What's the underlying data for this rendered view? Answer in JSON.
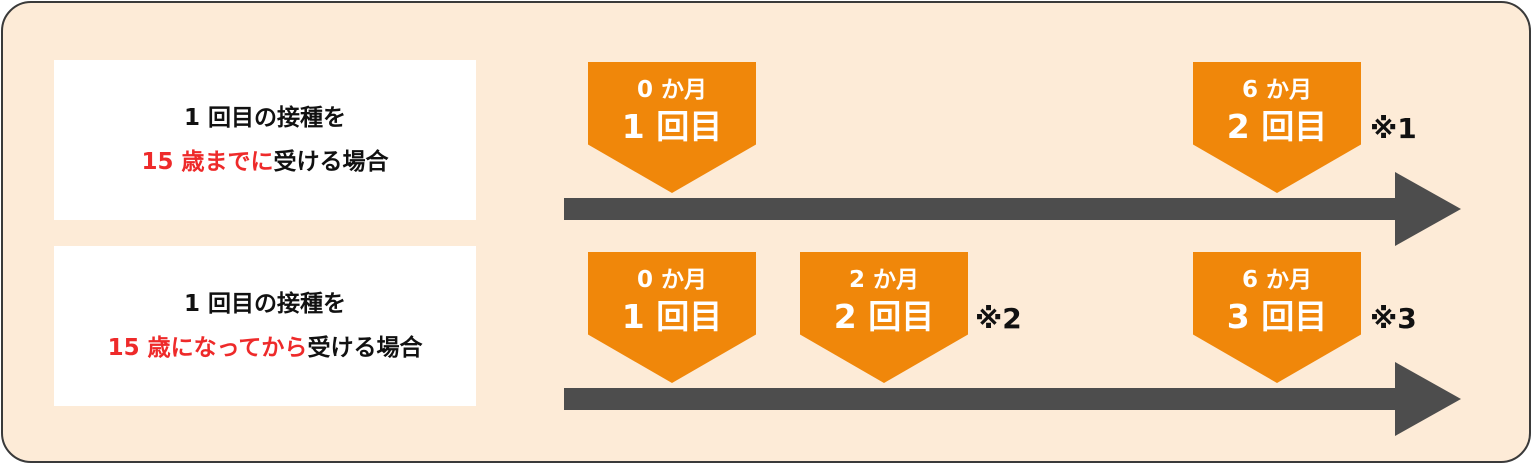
{
  "rows": [
    {
      "label_line1": "1 回目の接種を",
      "label_red": "15 歳までに",
      "label_rest": "受ける場合",
      "markers": [
        {
          "month": "0 か月",
          "dose": "1 回目"
        },
        {
          "month": "6 か月",
          "dose": "2 回目",
          "note": "※1"
        }
      ]
    },
    {
      "label_line1": "1 回目の接種を",
      "label_red": "15 歳になってから",
      "label_rest": "受ける場合",
      "markers": [
        {
          "month": "0 か月",
          "dose": "1 回目"
        },
        {
          "month": "2 か月",
          "dose": "2 回目",
          "note": "※2"
        },
        {
          "month": "6 か月",
          "dose": "3 回目",
          "note": "※3"
        }
      ]
    }
  ],
  "colors": {
    "background": "#fdebd7",
    "marker": "#f0870a",
    "arrow": "#4d4d4d",
    "highlight": "#ee2a2a"
  }
}
